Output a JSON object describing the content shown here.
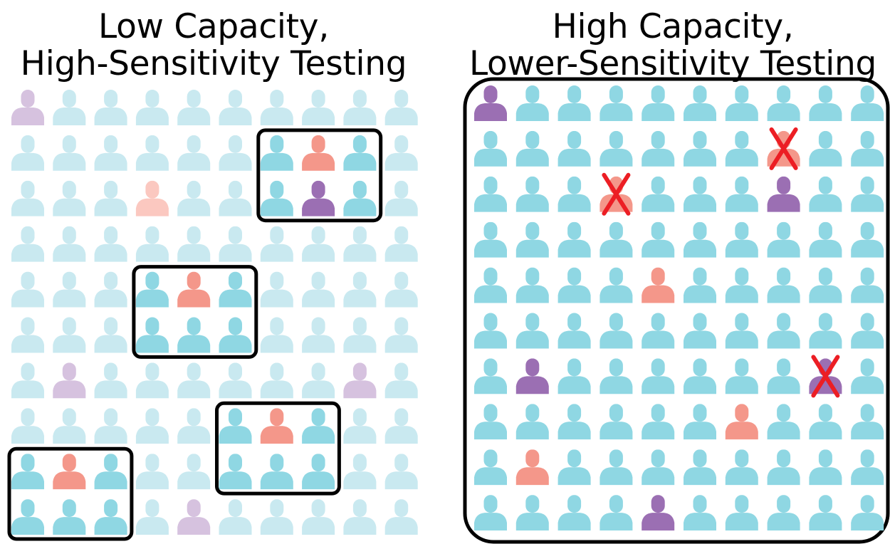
{
  "left_panel": {
    "title_line1": "Low Capacity,",
    "title_line2": "High-Sensitivity Testing",
    "rows": [
      "pbbbbbbbbb",
      "bbbbbbBRBb",
      "bbbrbbBPBb",
      "bbbbbbbbbb",
      "bbbBRBbbbb",
      "bbbBBBbbbb",
      "bpbbbbbbpb",
      "bbbbbBRBbb",
      "BRBbbBBBbb",
      "BBBbpbbbbb"
    ],
    "pooled_groups": [
      {
        "row": 1,
        "col": 6
      },
      {
        "row": 4,
        "col": 3
      },
      {
        "row": 7,
        "col": 5
      },
      {
        "row": 8,
        "col": 0
      }
    ]
  },
  "right_panel": {
    "title_line1": "High Capacity,",
    "title_line2": "Lower-Sensitivity Testing",
    "rows": [
      "Pbbbbbbbbb",
      "bbbbbbbRbb",
      "bbbRbbbPbb",
      "bbbbbbbbbb",
      "bbbbRbbbbb",
      "bbbbbbbbbb",
      "bPbbbbbbPb",
      "bbbbbbRbbb",
      "bRbbbbbbbb",
      "bbbbPbbbbb"
    ],
    "missed_cases": [
      {
        "row": 1,
        "col": 7
      },
      {
        "row": 2,
        "col": 3
      },
      {
        "row": 6,
        "col": 8
      }
    ]
  },
  "legend_colors": {
    "negative": "#8fd7e3",
    "positive": "#f4978a",
    "recovered": "#9b6fb3",
    "negative_faded": "#c9e9f0",
    "positive_faded": "#fbc8c0",
    "recovered_faded": "#d6c2df",
    "miss_mark": "#ec1e24",
    "box_stroke": "#000000"
  }
}
